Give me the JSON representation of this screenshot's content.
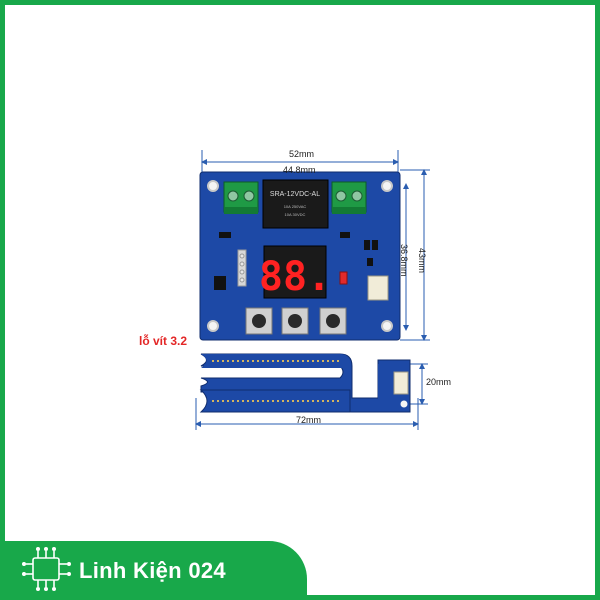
{
  "dimensions": {
    "board_width": "52mm",
    "board_inner_width": "44.8mm",
    "board_height": "43mm",
    "board_inner_height": "36.8mm",
    "probe_width": "20mm",
    "probe_length": "72mm"
  },
  "annotation": {
    "mounting_hole": "lỗ vít 3.2"
  },
  "board": {
    "relay_model": "SRA-12VDC-AL"
  },
  "display": {
    "value": "88."
  },
  "brand": {
    "name": "Linh Kiện 024",
    "logo_icon": "circuit-chip-icon",
    "accent_color": "#18a84a"
  }
}
